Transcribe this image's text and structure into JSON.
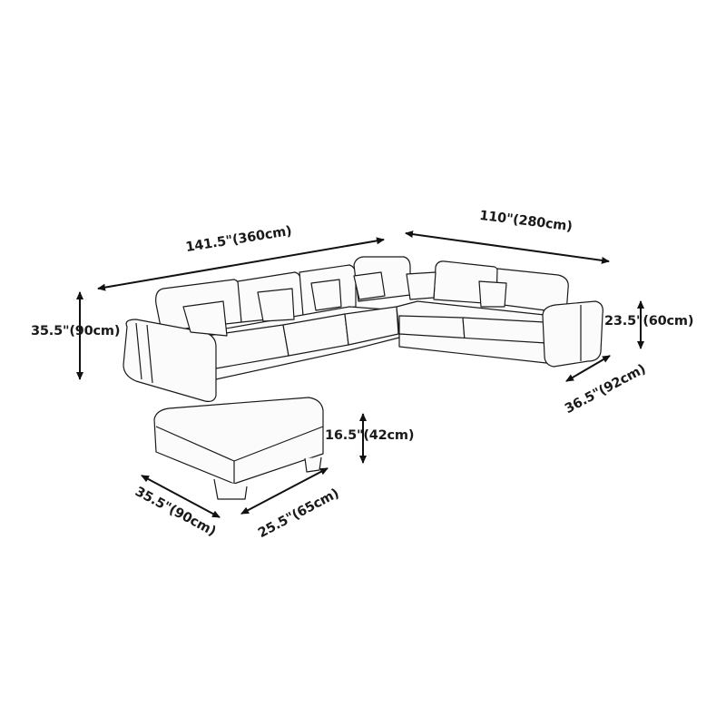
{
  "diagram": {
    "subject": "L-shaped sectional sofa with ottoman",
    "style": "line-drawing",
    "colors": {
      "background": "#ffffff",
      "line": "#1a1a1a",
      "fill": "#fafafa"
    }
  },
  "dimensions": {
    "left_length": "141.5\"(360cm)",
    "right_length": "110\"(280cm)",
    "overall_height": "35.5\"(90cm)",
    "seat_height": "23.5\"(60cm)",
    "seat_depth": "36.5\"(92cm)",
    "ottoman_height": "16.5\"(42cm)",
    "ottoman_length": "35.5\"(90cm)",
    "ottoman_width": "25.5\"(65cm)"
  }
}
